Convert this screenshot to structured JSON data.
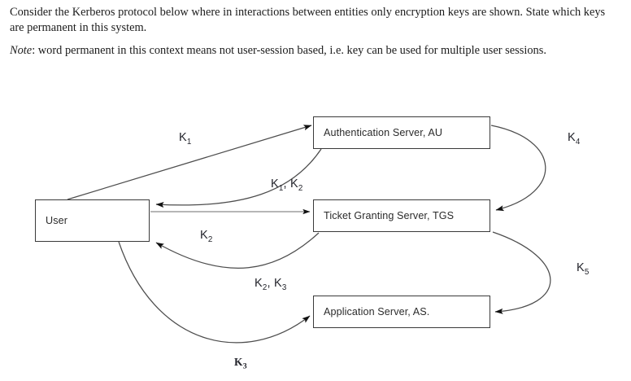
{
  "question": {
    "paragraph_1": "Consider the Kerberos protocol below where in interactions between entities only encryption keys are shown.  State which keys are permanent in this system.",
    "note_prefix": "Note",
    "note_rest": ": word permanent in this context means not user-session based, i.e. key can be used for multiple user sessions."
  },
  "diagram": {
    "nodes": [
      {
        "id": "user",
        "label": "User"
      },
      {
        "id": "auth",
        "label": "Authentication Server, AU"
      },
      {
        "id": "tgs",
        "label": "Ticket Granting Server, TGS"
      },
      {
        "id": "app",
        "label": "Application Server, AS."
      }
    ],
    "edge_labels": [
      {
        "id": "k1",
        "base": "K",
        "sub": "1",
        "text": "K1"
      },
      {
        "id": "k1k2",
        "text": "K1, K2"
      },
      {
        "id": "k2",
        "base": "K",
        "sub": "2",
        "text": "K2"
      },
      {
        "id": "k2k3",
        "text": "K2, K3"
      },
      {
        "id": "k3",
        "base": "K",
        "sub": "3",
        "text": "K3"
      },
      {
        "id": "k4",
        "base": "K",
        "sub": "4",
        "text": "K4"
      },
      {
        "id": "k5",
        "base": "K",
        "sub": "5",
        "text": "K5"
      }
    ],
    "colors": {
      "box_border": "#3a3a3a",
      "arrow_line": "#4d4d4d",
      "arrow_head": "#1a1a1a",
      "text": "#23242c",
      "background": "#ffffff"
    }
  }
}
